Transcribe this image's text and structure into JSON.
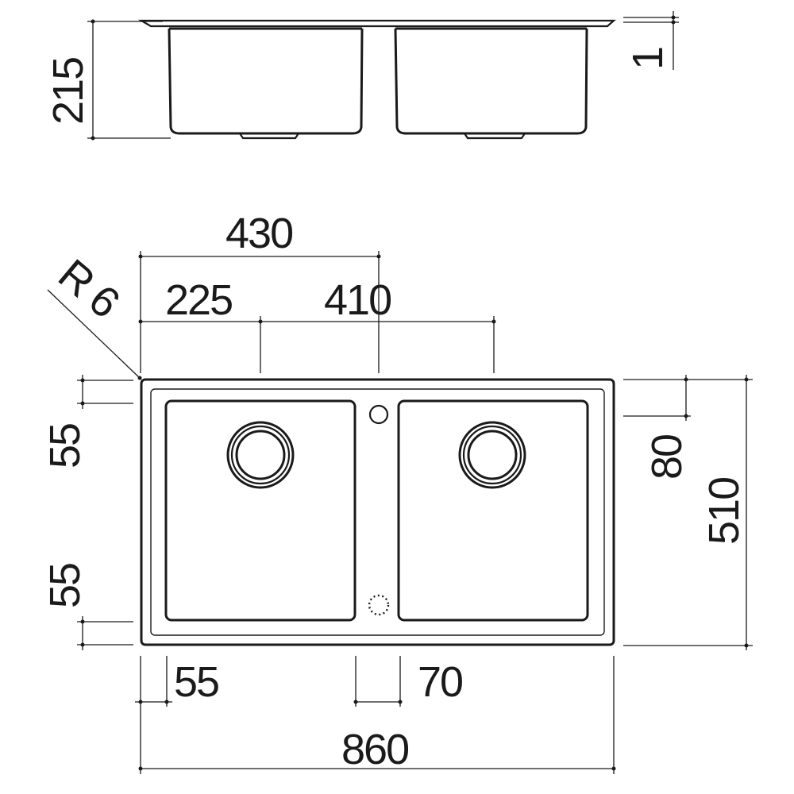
{
  "diagram": {
    "side_view": {
      "height_label": "215",
      "rim_label": "1"
    },
    "top_view": {
      "corner_radius_label": "R 6",
      "half_width_label": "430",
      "left_waste_offset_label": "225",
      "right_waste_offset_label": "410",
      "top_margin_label": "55",
      "bottom_margin_label": "55",
      "tap_hole_offset_label": "80",
      "total_depth_label": "510",
      "left_margin_label": "55",
      "center_divider_label": "70",
      "total_width_label": "860"
    }
  }
}
